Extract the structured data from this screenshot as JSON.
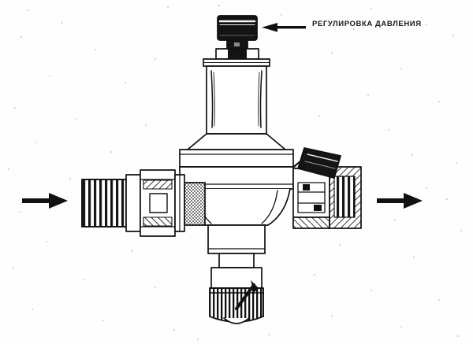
{
  "diagram": {
    "title": "Pressure reducing valve cross-section",
    "background_color": "#fefefe",
    "line_color": "#111111",
    "annotations": [
      {
        "id": "pressure-adjustment",
        "text": "РЕГУЛИРОВКА ДАВЛЕНИЯ",
        "leader": "arrow-left",
        "points_to": "adjustment-knob"
      }
    ],
    "flow": {
      "inlet_arrow": "arrow-right",
      "outlet_arrow": "arrow-right",
      "direction": "left-to-right"
    },
    "parts": [
      {
        "id": "adjustment-knob",
        "name": "adjustment-knob"
      },
      {
        "id": "spring-housing",
        "name": "spring-housing-dome"
      },
      {
        "id": "body-flange",
        "name": "body-hex-flange"
      },
      {
        "id": "inlet-nipple",
        "name": "inlet-threaded-nipple"
      },
      {
        "id": "union-nut",
        "name": "inlet-union-nut"
      },
      {
        "id": "strainer",
        "name": "inlet-strainer-section"
      },
      {
        "id": "outlet-port",
        "name": "outlet-threaded-port"
      },
      {
        "id": "outlet-tag",
        "name": "outlet-identification-tag"
      },
      {
        "id": "drain-cap",
        "name": "bottom-knurled-drain-cap"
      }
    ]
  }
}
